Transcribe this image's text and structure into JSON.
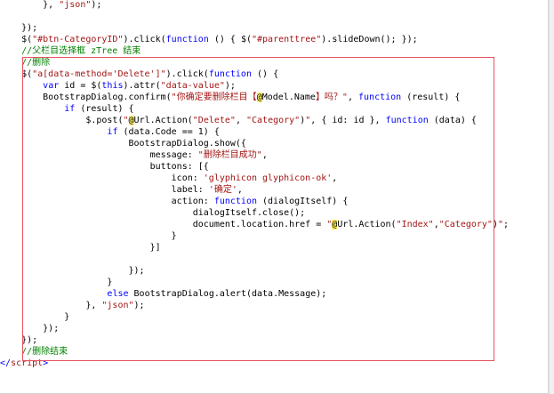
{
  "editor": {
    "colors": {
      "background": "#ffffff",
      "keyword": "#0000ff",
      "string": "#a31515",
      "comment": "#008000",
      "razor": "#ffee62",
      "highlight_box": "#e8505c"
    },
    "lines": [
      [
        {
          "t": "        }, ",
          "c": ""
        },
        {
          "t": "\"json\"",
          "c": "s"
        },
        {
          "t": ");",
          "c": ""
        }
      ],
      [],
      [
        {
          "t": "    });",
          "c": ""
        }
      ],
      [
        {
          "t": "    $(",
          "c": ""
        },
        {
          "t": "\"#btn-CategoryID\"",
          "c": "s"
        },
        {
          "t": ").click(",
          "c": ""
        },
        {
          "t": "function",
          "c": "k"
        },
        {
          "t": " () { $(",
          "c": ""
        },
        {
          "t": "\"#parenttree\"",
          "c": "s"
        },
        {
          "t": ").slideDown(); });",
          "c": ""
        }
      ],
      [
        {
          "t": "    //父栏目选择框 zTree 结束",
          "c": "c"
        }
      ],
      [
        {
          "t": "    //删除",
          "c": "c"
        }
      ],
      [
        {
          "t": "    $(",
          "c": ""
        },
        {
          "t": "\"a[data-method='Delete']\"",
          "c": "s"
        },
        {
          "t": ").click(",
          "c": ""
        },
        {
          "t": "function",
          "c": "k"
        },
        {
          "t": " () {",
          "c": ""
        }
      ],
      [
        {
          "t": "        ",
          "c": ""
        },
        {
          "t": "var",
          "c": "k"
        },
        {
          "t": " id = $(",
          "c": ""
        },
        {
          "t": "this",
          "c": "k"
        },
        {
          "t": ").attr(",
          "c": ""
        },
        {
          "t": "\"data-value\"",
          "c": "s"
        },
        {
          "t": ");",
          "c": ""
        }
      ],
      [
        {
          "t": "        BootstrapDialog.confirm(",
          "c": ""
        },
        {
          "t": "\"你确定要删除栏目【",
          "c": "s"
        },
        {
          "t": "@",
          "c": "r"
        },
        {
          "t": "Model.Name",
          "c": ""
        },
        {
          "t": "】吗？\"",
          "c": "s"
        },
        {
          "t": ", ",
          "c": ""
        },
        {
          "t": "function",
          "c": "k"
        },
        {
          "t": " (result) {",
          "c": ""
        }
      ],
      [
        {
          "t": "            ",
          "c": ""
        },
        {
          "t": "if",
          "c": "k"
        },
        {
          "t": " (result) {",
          "c": ""
        }
      ],
      [
        {
          "t": "                $.post(",
          "c": ""
        },
        {
          "t": "\"",
          "c": "s"
        },
        {
          "t": "@",
          "c": "r"
        },
        {
          "t": "Url.Action(",
          "c": ""
        },
        {
          "t": "\"Delete\"",
          "c": "s"
        },
        {
          "t": ", ",
          "c": ""
        },
        {
          "t": "\"Category\"",
          "c": "s"
        },
        {
          "t": ")",
          "c": ""
        },
        {
          "t": "\"",
          "c": "s"
        },
        {
          "t": ", { id: id }, ",
          "c": ""
        },
        {
          "t": "function",
          "c": "k"
        },
        {
          "t": " (data) {",
          "c": ""
        }
      ],
      [
        {
          "t": "                    ",
          "c": ""
        },
        {
          "t": "if",
          "c": "k"
        },
        {
          "t": " (data.Code == 1) {",
          "c": ""
        }
      ],
      [
        {
          "t": "                        BootstrapDialog.show({",
          "c": ""
        }
      ],
      [
        {
          "t": "                            message: ",
          "c": ""
        },
        {
          "t": "\"删除栏目成功\"",
          "c": "s"
        },
        {
          "t": ",",
          "c": ""
        }
      ],
      [
        {
          "t": "                            buttons: [{",
          "c": ""
        }
      ],
      [
        {
          "t": "                                icon: ",
          "c": ""
        },
        {
          "t": "'glyphicon glyphicon-ok'",
          "c": "s"
        },
        {
          "t": ",",
          "c": ""
        }
      ],
      [
        {
          "t": "                                label: ",
          "c": ""
        },
        {
          "t": "'确定'",
          "c": "s"
        },
        {
          "t": ",",
          "c": ""
        }
      ],
      [
        {
          "t": "                                action: ",
          "c": ""
        },
        {
          "t": "function",
          "c": "k"
        },
        {
          "t": " (dialogItself) {",
          "c": ""
        }
      ],
      [
        {
          "t": "                                    dialogItself.close();",
          "c": ""
        }
      ],
      [
        {
          "t": "                                    document.location.href = ",
          "c": ""
        },
        {
          "t": "\"",
          "c": "s"
        },
        {
          "t": "@",
          "c": "r"
        },
        {
          "t": "Url.Action(",
          "c": ""
        },
        {
          "t": "\"Index\"",
          "c": "s"
        },
        {
          "t": ",",
          "c": ""
        },
        {
          "t": "\"Category\"",
          "c": "s"
        },
        {
          "t": ")",
          "c": ""
        },
        {
          "t": "\"",
          "c": "s"
        },
        {
          "t": ";",
          "c": ""
        }
      ],
      [
        {
          "t": "                                }",
          "c": ""
        }
      ],
      [
        {
          "t": "                            }]",
          "c": ""
        }
      ],
      [],
      [
        {
          "t": "                        });",
          "c": ""
        }
      ],
      [
        {
          "t": "                    }",
          "c": ""
        }
      ],
      [
        {
          "t": "                    ",
          "c": ""
        },
        {
          "t": "else",
          "c": "k"
        },
        {
          "t": " BootstrapDialog.alert(data.Message);",
          "c": ""
        }
      ],
      [
        {
          "t": "                }, ",
          "c": ""
        },
        {
          "t": "\"json\"",
          "c": "s"
        },
        {
          "t": ");",
          "c": ""
        }
      ],
      [
        {
          "t": "            }",
          "c": ""
        }
      ],
      [
        {
          "t": "        });",
          "c": ""
        }
      ],
      [
        {
          "t": "    });",
          "c": ""
        }
      ],
      [
        {
          "t": "    //删除结束",
          "c": "c"
        }
      ],
      [
        {
          "t": "</",
          "c": "k"
        },
        {
          "t": "script",
          "c": "s"
        },
        {
          "t": ">",
          "c": "k"
        }
      ]
    ]
  }
}
